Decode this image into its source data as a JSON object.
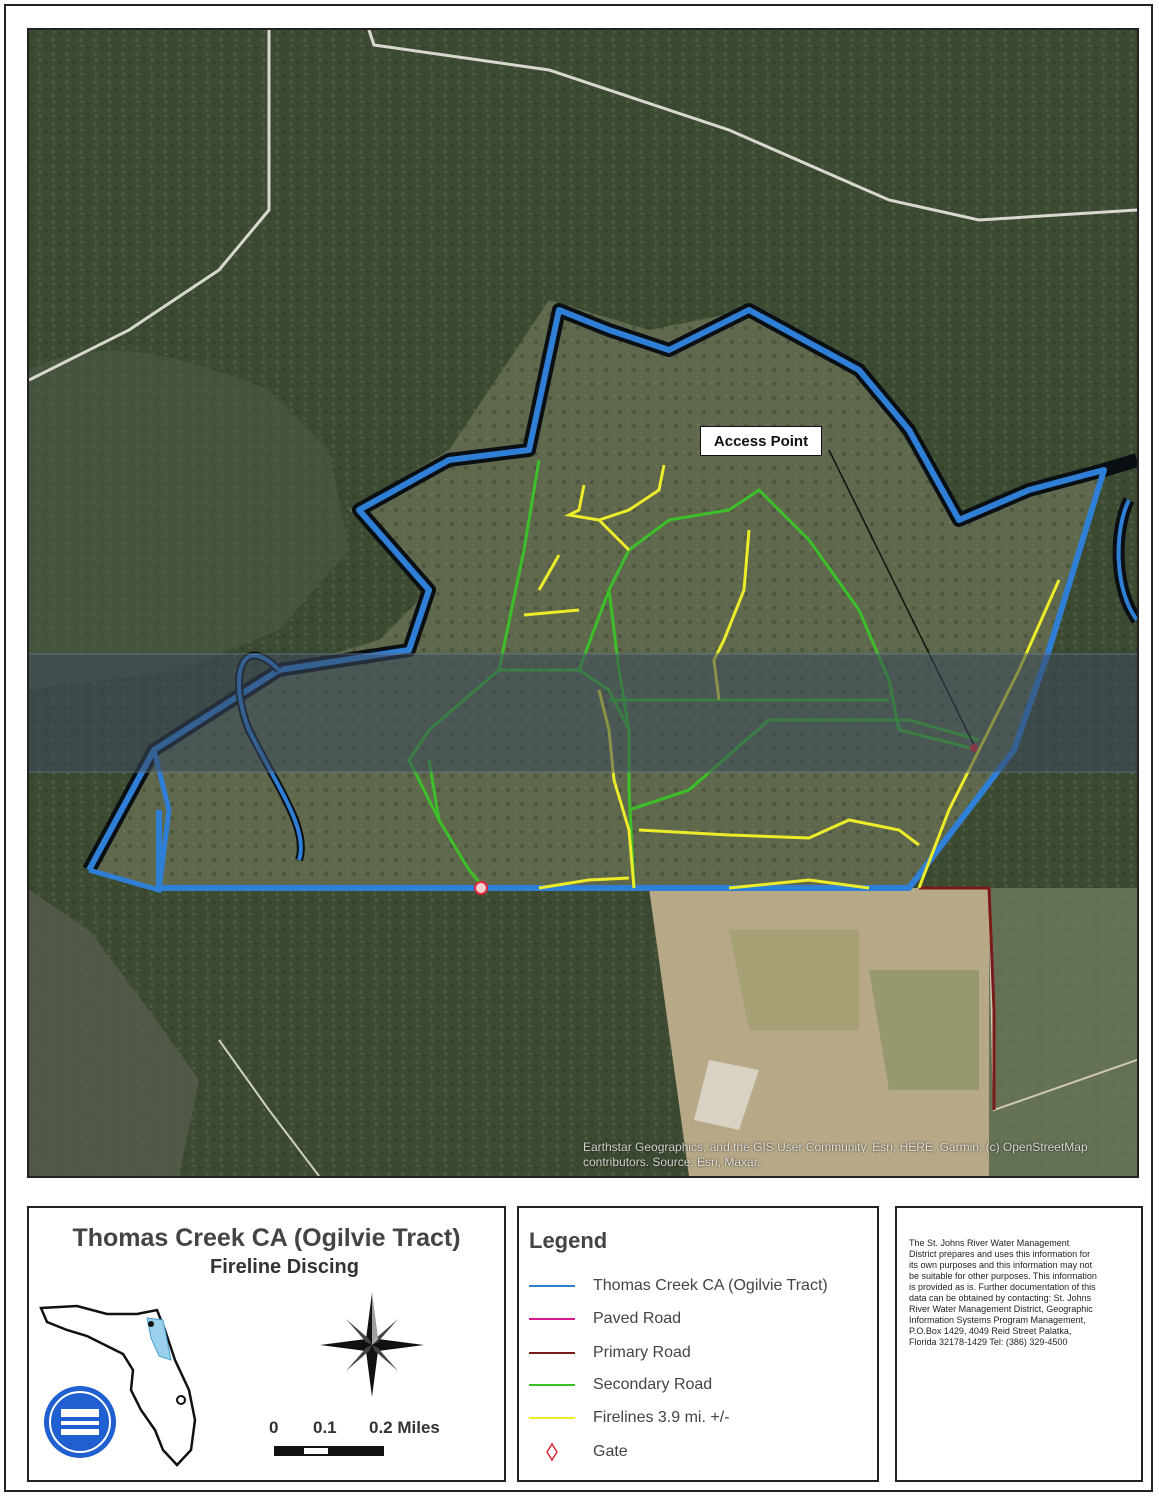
{
  "map": {
    "access_label": "Access Point",
    "attribution": "Earthstar Geographics, and the GIS User Community. Esri, HERE, Garmin, (c) OpenStreetMap contributors. Source: Esri, Maxar,"
  },
  "title": {
    "main": "Thomas Creek CA (Ogilvie Tract)",
    "sub": "Fireline Discing"
  },
  "scale": {
    "label_0": "0",
    "label_1": "0.1",
    "label_2": "0.2 Miles"
  },
  "legend": {
    "title": "Legend",
    "items": [
      {
        "label": "Thomas Creek CA (Ogilvie Tract)",
        "color": "#2f7fd6"
      },
      {
        "label": "Paved Road",
        "color": "#d81b8a"
      },
      {
        "label": "Primary Road",
        "color": "#7a1a1a"
      },
      {
        "label": "Secondary Road",
        "color": "#3dbf2a"
      },
      {
        "label": "Firelines 3.9 mi. +/-",
        "color": "#ecec2a"
      },
      {
        "label": "Gate",
        "color": "#e0263a"
      }
    ]
  },
  "disclaimer": "The St. Johns River Water Management District prepares and uses this information for its own purposes and this information may not be suitable for other purposes. This information is provided as is. Further documentation of this data can be obtained by contacting: St. Johns River Water Management District, Geographic Information Systems Program Management, P.O.Box 1429, 4049 Reid Street Palatka, Florida 32178-1429 Tel: (386) 329-4500"
}
